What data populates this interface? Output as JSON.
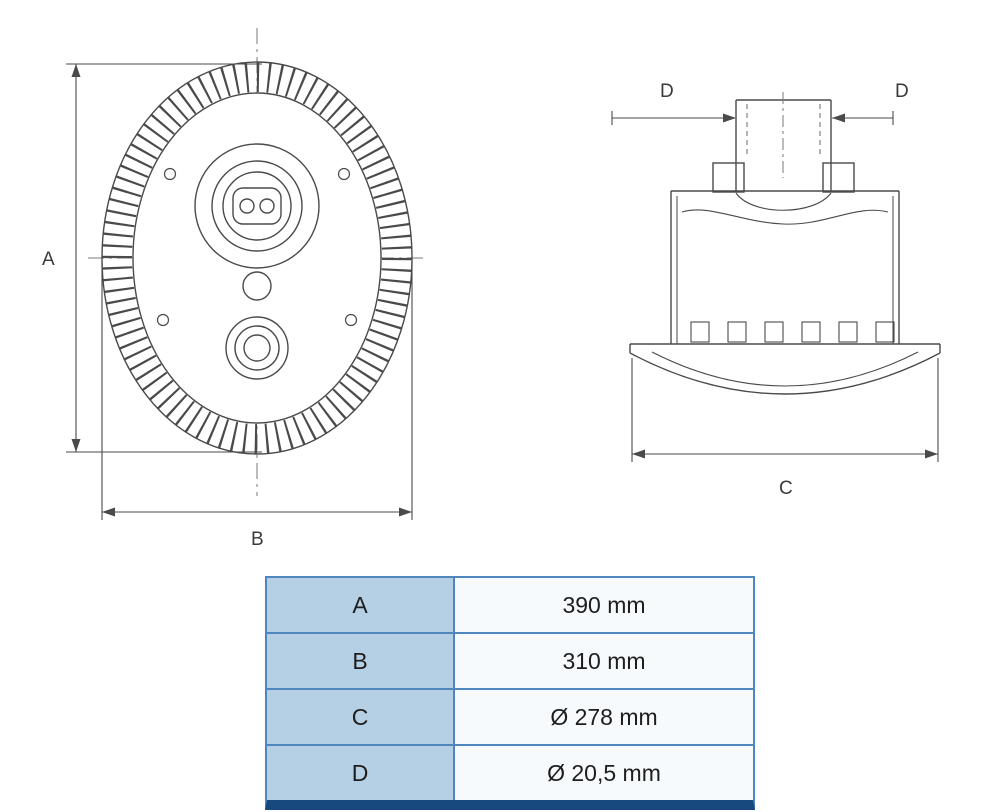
{
  "dimensions": {
    "front": {
      "a": "A",
      "b": "B"
    },
    "side": {
      "c": "C",
      "d_left": "D",
      "d_right": "D"
    }
  },
  "table": {
    "rows": [
      {
        "key": "A",
        "value": "390 mm"
      },
      {
        "key": "B",
        "value": "310 mm"
      },
      {
        "key": "C",
        "value": "Ø 278 mm"
      },
      {
        "key": "D",
        "value": "Ø 20,5 mm"
      }
    ]
  },
  "colors": {
    "line": "#4a4a4a",
    "centerline": "#7a7a7a",
    "table_border": "#4e86bd",
    "table_key_bg": "#b5d0e4",
    "table_value_bg": "#f7fafc",
    "table_bottom_bar": "#17497e"
  }
}
